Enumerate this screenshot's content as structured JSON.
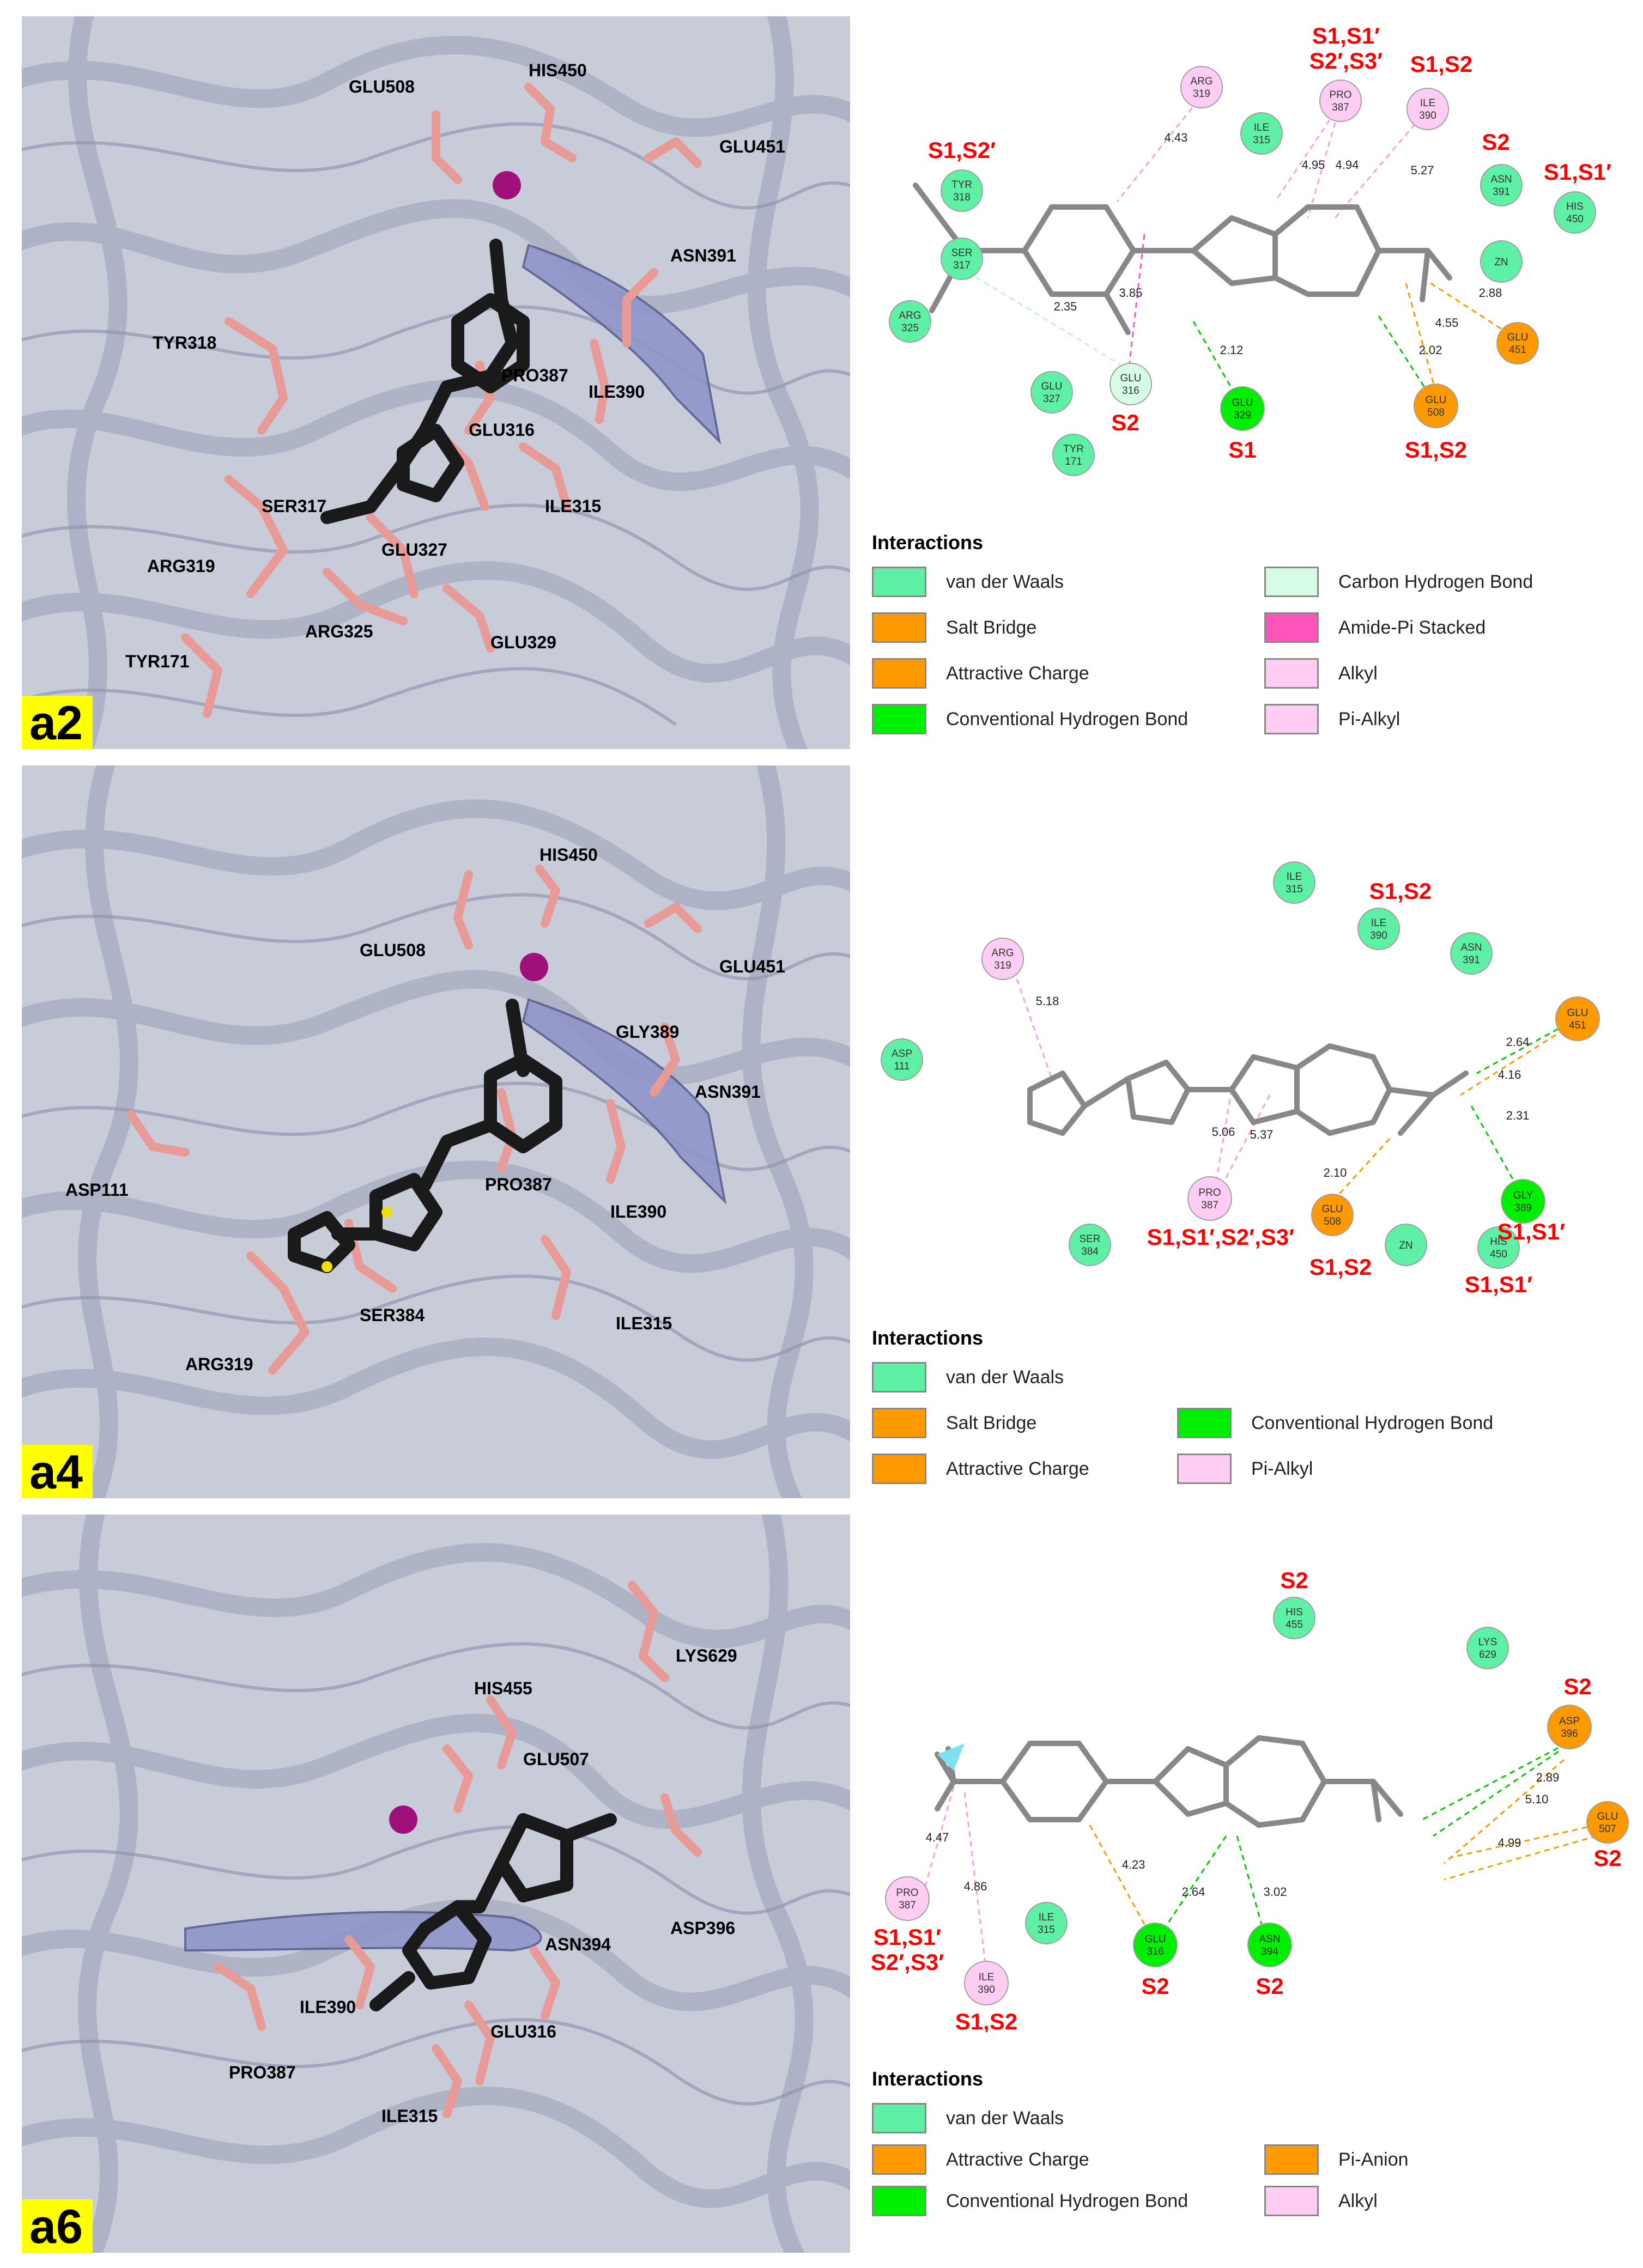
{
  "colors": {
    "vdw": "#5ef0a4",
    "salt": "#ff9900",
    "hbond": "#00ee00",
    "chb": "#d6fce6",
    "amide": "#ff55bb",
    "alkyl": "#ffccf4",
    "site": "#ff0000",
    "panel_tag_bg": "#ffff00",
    "sphere": "#a0107a",
    "ligand": "#1a1a1a",
    "residue": "#e79a96"
  },
  "panels": [
    {
      "tag": "a2",
      "residue_labels": [
        "GLU508",
        "HIS450",
        "GLU451",
        "ASN391",
        "TYR318",
        "PRO387",
        "ILE390",
        "GLU316",
        "SER317",
        "ILE315",
        "GLU327",
        "ARG319",
        "ARG325",
        "GLU329",
        "TYR171"
      ],
      "residues": [
        {
          "name": "ARG",
          "num": "319",
          "type": "alkyl"
        },
        {
          "name": "PRO",
          "num": "387",
          "type": "alkyl"
        },
        {
          "name": "ILE",
          "num": "390",
          "type": "alkyl"
        },
        {
          "name": "ILE",
          "num": "315",
          "type": "vdw"
        },
        {
          "name": "TYR",
          "num": "318",
          "type": "vdw"
        },
        {
          "name": "SER",
          "num": "317",
          "type": "vdw"
        },
        {
          "name": "ARG",
          "num": "325",
          "type": "vdw"
        },
        {
          "name": "ASN",
          "num": "391",
          "type": "vdw"
        },
        {
          "name": "HIS",
          "num": "450",
          "type": "vdw"
        },
        {
          "name": "ZN",
          "num": "",
          "type": "vdw"
        },
        {
          "name": "GLU",
          "num": "451",
          "type": "salt"
        },
        {
          "name": "GLU",
          "num": "327",
          "type": "vdw"
        },
        {
          "name": "GLU",
          "num": "316",
          "type": "chb"
        },
        {
          "name": "GLU",
          "num": "329",
          "type": "hbond"
        },
        {
          "name": "GLU",
          "num": "508",
          "type": "salt"
        },
        {
          "name": "TYR",
          "num": "171",
          "type": "vdw"
        }
      ],
      "sites": [
        "S1,S1′",
        "S2′,S3′",
        "S1,S2",
        "S2",
        "S1,S1′",
        "S1,S2′",
        "S2",
        "S1",
        "S1,S2"
      ],
      "distances": [
        "4.43",
        "4.95",
        "4.94",
        "5.27",
        "2.35",
        "3.85",
        "2.12",
        "2.88",
        "4.55",
        "2.02"
      ],
      "legend_title": "Interactions",
      "legend": [
        {
          "label": "van der Waals",
          "type": "vdw"
        },
        {
          "label": "Carbon Hydrogen Bond",
          "type": "chb"
        },
        {
          "label": "Salt Bridge",
          "type": "salt"
        },
        {
          "label": "Amide-Pi Stacked",
          "type": "amide"
        },
        {
          "label": "Attractive Charge",
          "type": "salt"
        },
        {
          "label": "Alkyl",
          "type": "alkyl"
        },
        {
          "label": "Conventional Hydrogen Bond",
          "type": "hbond"
        },
        {
          "label": "Pi-Alkyl",
          "type": "alkyl"
        }
      ]
    },
    {
      "tag": "a4",
      "residue_labels": [
        "HIS450",
        "GLU508",
        "GLU451",
        "GLY389",
        "ASN391",
        "PRO387",
        "ASP111",
        "ILE390",
        "SER384",
        "ILE315",
        "ARG319"
      ],
      "residues": [
        {
          "name": "ILE",
          "num": "315",
          "type": "vdw"
        },
        {
          "name": "ILE",
          "num": "390",
          "type": "vdw"
        },
        {
          "name": "ASN",
          "num": "391",
          "type": "vdw"
        },
        {
          "name": "ARG",
          "num": "319",
          "type": "alkyl"
        },
        {
          "name": "GLU",
          "num": "451",
          "type": "salt"
        },
        {
          "name": "ASP",
          "num": "111",
          "type": "vdw"
        },
        {
          "name": "PRO",
          "num": "387",
          "type": "alkyl"
        },
        {
          "name": "GLY",
          "num": "389",
          "type": "hbond"
        },
        {
          "name": "GLU",
          "num": "508",
          "type": "salt"
        },
        {
          "name": "SER",
          "num": "384",
          "type": "vdw"
        },
        {
          "name": "ZN",
          "num": "",
          "type": "vdw"
        },
        {
          "name": "HIS",
          "num": "450",
          "type": "vdw"
        }
      ],
      "sites": [
        "S1,S2",
        "S1,S1′,S2′,S3′",
        "S1,S1′",
        "S1,S2",
        "S1,S1′"
      ],
      "distances": [
        "5.18",
        "2.64",
        "4.16",
        "2.31",
        "5.06",
        "5.37",
        "2.10"
      ],
      "legend_title": "Interactions",
      "legend": [
        {
          "label": "van der Waals",
          "type": "vdw"
        },
        {
          "label": "",
          "type": ""
        },
        {
          "label": "Salt Bridge",
          "type": "salt"
        },
        {
          "label": "Conventional Hydrogen Bond",
          "type": "hbond"
        },
        {
          "label": "Attractive Charge",
          "type": "salt"
        },
        {
          "label": "Pi-Alkyl",
          "type": "alkyl"
        }
      ]
    },
    {
      "tag": "a6",
      "residue_labels": [
        "LYS629",
        "HIS455",
        "GLU507",
        "ASN394",
        "ASP396",
        "ILE390",
        "GLU316",
        "PRO387",
        "ILE315"
      ],
      "residues": [
        {
          "name": "HIS",
          "num": "455",
          "type": "vdw"
        },
        {
          "name": "LYS",
          "num": "629",
          "type": "vdw"
        },
        {
          "name": "ASP",
          "num": "396",
          "type": "salt"
        },
        {
          "name": "GLU",
          "num": "507",
          "type": "salt"
        },
        {
          "name": "PRO",
          "num": "387",
          "type": "alkyl"
        },
        {
          "name": "ILE",
          "num": "315",
          "type": "vdw"
        },
        {
          "name": "GLU",
          "num": "316",
          "type": "hbond"
        },
        {
          "name": "ASN",
          "num": "394",
          "type": "hbond"
        },
        {
          "name": "ILE",
          "num": "390",
          "type": "alkyl"
        }
      ],
      "sites": [
        "S2",
        "S2",
        "S2",
        "S1,S1′",
        "S2′,S3′",
        "S2",
        "S2",
        "S1,S2"
      ],
      "distances": [
        "2.89",
        "5.10",
        "4.99",
        "4.47",
        "4.86",
        "4.23",
        "2.64",
        "3.02"
      ],
      "legend_title": "Interactions",
      "legend": [
        {
          "label": "van der Waals",
          "type": "vdw"
        },
        {
          "label": "",
          "type": ""
        },
        {
          "label": "Attractive Charge",
          "type": "salt"
        },
        {
          "label": "Pi-Anion",
          "type": "salt"
        },
        {
          "label": "Conventional Hydrogen Bond",
          "type": "hbond"
        },
        {
          "label": "Alkyl",
          "type": "alkyl"
        }
      ]
    }
  ]
}
